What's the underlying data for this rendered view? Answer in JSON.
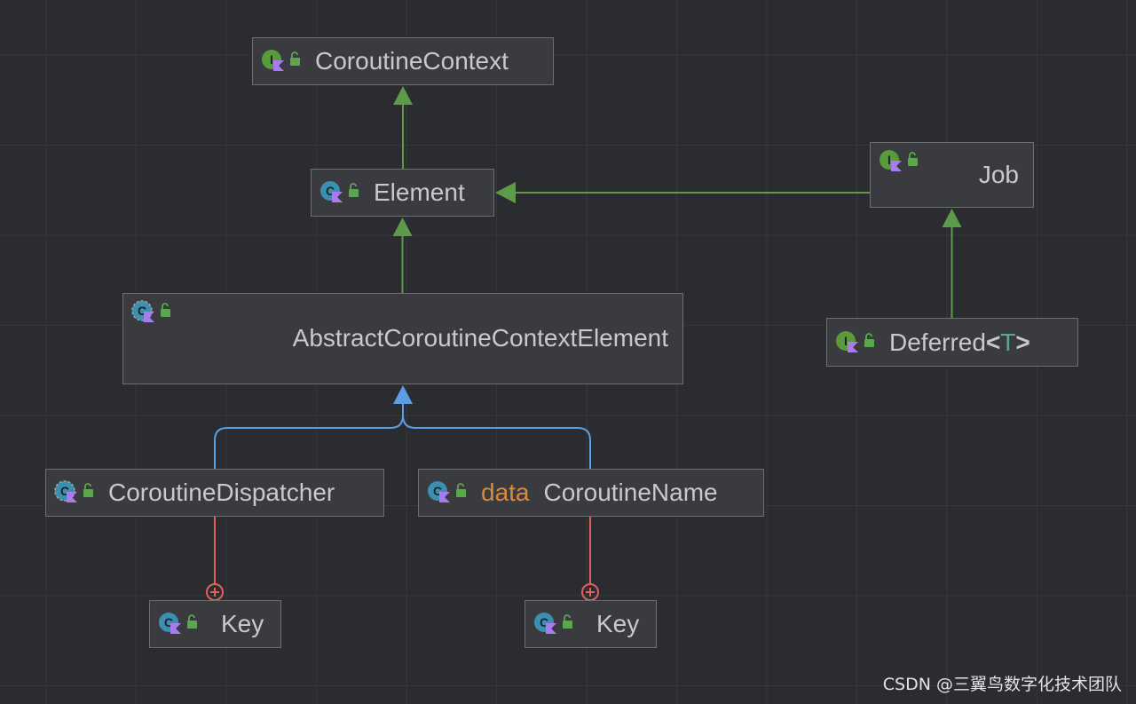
{
  "diagram": {
    "nodes": [
      {
        "id": "coroutine-context",
        "label": "CoroutineContext",
        "kind": "interface"
      },
      {
        "id": "element",
        "label": "Element",
        "kind": "class"
      },
      {
        "id": "job",
        "label": "Job",
        "kind": "interface"
      },
      {
        "id": "abstract-coroutine-context-element",
        "label": "AbstractCoroutineContextElement",
        "kind": "abstract-class"
      },
      {
        "id": "deferred",
        "label": "Deferred",
        "generic_open": "<",
        "generic_param": "T",
        "generic_close": ">",
        "kind": "interface"
      },
      {
        "id": "coroutine-dispatcher",
        "label": "CoroutineDispatcher",
        "kind": "abstract-class"
      },
      {
        "id": "coroutine-name",
        "keyword": "data",
        "label": "CoroutineName",
        "kind": "class"
      },
      {
        "id": "dispatcher-key",
        "label": "Key",
        "kind": "class"
      },
      {
        "id": "name-key",
        "label": "Key",
        "kind": "class"
      }
    ],
    "edges": [
      {
        "from": "element",
        "to": "coroutine-context",
        "type": "extends"
      },
      {
        "from": "job",
        "to": "element",
        "type": "extends"
      },
      {
        "from": "abstract-coroutine-context-element",
        "to": "element",
        "type": "extends"
      },
      {
        "from": "deferred",
        "to": "job",
        "type": "extends"
      },
      {
        "from": "coroutine-dispatcher",
        "to": "abstract-coroutine-context-element",
        "type": "implements"
      },
      {
        "from": "coroutine-name",
        "to": "abstract-coroutine-context-element",
        "type": "implements"
      },
      {
        "from": "coroutine-dispatcher",
        "to": "dispatcher-key",
        "type": "nested"
      },
      {
        "from": "coroutine-name",
        "to": "name-key",
        "type": "nested"
      }
    ],
    "icons": {
      "interface": "interface-icon",
      "class": "class-icon",
      "abstract-class": "abstract-class-icon",
      "kotlin": "kotlin-icon",
      "public": "public-lock-icon",
      "nested": "nested-circle-plus-icon"
    },
    "colors": {
      "background": "#2b2c30",
      "node_fill": "#3a3b3f",
      "node_border": "#6c6e73",
      "text": "#c7c9cc",
      "keyword": "#d98a3f",
      "generic_param": "#5fa39d",
      "extends_edge": "#5d9b4a",
      "implements_edge": "#5a9ee6",
      "nested_edge": "#e06060",
      "interface_badge": "#5a9a3d",
      "class_badge": "#3b8fb0",
      "kotlin_badge": "#a97bf0"
    }
  },
  "watermark": "CSDN @三翼鸟数字化技术团队"
}
